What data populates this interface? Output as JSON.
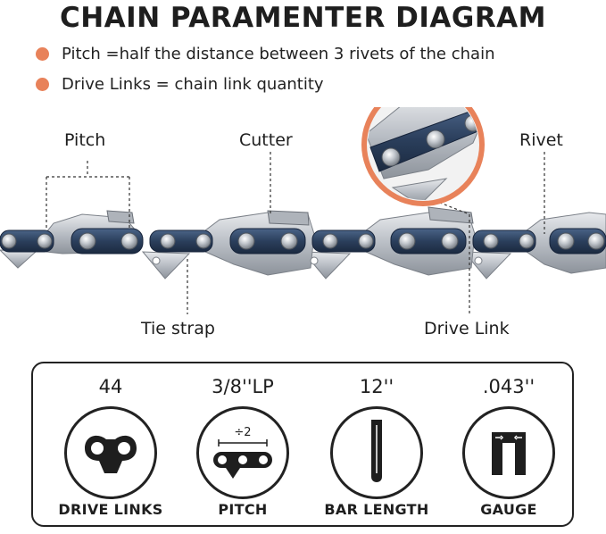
{
  "title": "CHAIN PARAMENTER DIAGRAM",
  "bullets": [
    {
      "text": "Pitch =half the distance between 3 rivets of the chain"
    },
    {
      "text": "Drive Links = chain link quantity"
    }
  ],
  "labels": {
    "pitch": "Pitch",
    "cutter": "Cutter",
    "rivet": "Rivet",
    "tie_strap": "Tie strap",
    "drive_link": "Drive Link"
  },
  "specs": [
    {
      "value": "44",
      "name": "DRIVE LINKS",
      "icon": "drive-link-icon"
    },
    {
      "value": "3/8''LP",
      "name": "PITCH",
      "icon": "pitch-icon",
      "icon_text": "÷2"
    },
    {
      "value": "12''",
      "name": "BAR LENGTH",
      "icon": "guide-bar-icon"
    },
    {
      "value": ".043''",
      "name": "GAUGE",
      "icon": "gauge-icon"
    }
  ],
  "colors": {
    "accent": "#e8825a",
    "chain_blue": "#2b3f5c",
    "chain_steel": "#c9cdd2",
    "text": "#1e1e1e"
  }
}
